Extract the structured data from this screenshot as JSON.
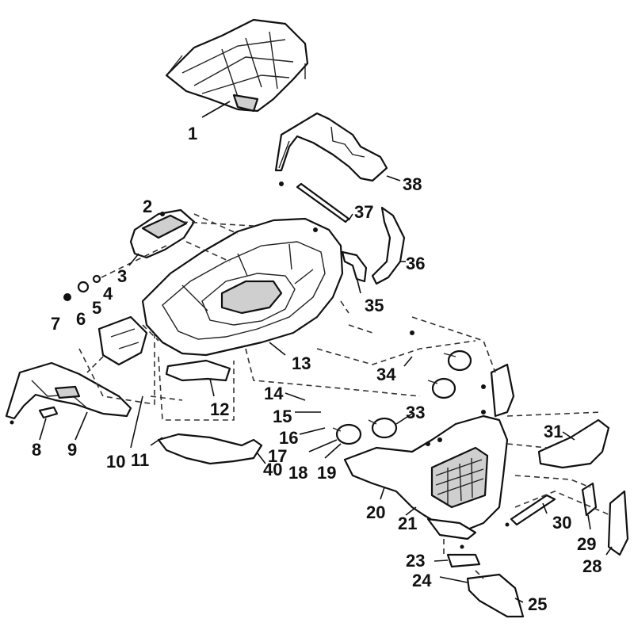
{
  "diagram": {
    "callouts": [
      {
        "id": "1",
        "text": "1"
      },
      {
        "id": "2",
        "text": "2"
      },
      {
        "id": "3",
        "text": "3"
      },
      {
        "id": "4",
        "text": "4"
      },
      {
        "id": "5",
        "text": "5"
      },
      {
        "id": "6",
        "text": "6"
      },
      {
        "id": "7",
        "text": "7"
      },
      {
        "id": "8",
        "text": "8"
      },
      {
        "id": "9",
        "text": "9"
      },
      {
        "id": "10",
        "text": "10"
      },
      {
        "id": "11",
        "text": "11"
      },
      {
        "id": "12",
        "text": "12"
      },
      {
        "id": "13",
        "text": "13"
      },
      {
        "id": "14",
        "text": "14"
      },
      {
        "id": "15",
        "text": "15"
      },
      {
        "id": "16",
        "text": "16"
      },
      {
        "id": "17",
        "text": "17"
      },
      {
        "id": "18",
        "text": "18"
      },
      {
        "id": "19",
        "text": "19"
      },
      {
        "id": "20",
        "text": "20"
      },
      {
        "id": "21",
        "text": "21"
      },
      {
        "id": "23",
        "text": "23"
      },
      {
        "id": "24",
        "text": "24"
      },
      {
        "id": "25",
        "text": "25"
      },
      {
        "id": "28",
        "text": "28"
      },
      {
        "id": "29",
        "text": "29"
      },
      {
        "id": "30",
        "text": "30"
      },
      {
        "id": "31",
        "text": "31"
      },
      {
        "id": "33",
        "text": "33"
      },
      {
        "id": "34",
        "text": "34"
      },
      {
        "id": "35",
        "text": "35"
      },
      {
        "id": "36",
        "text": "36"
      },
      {
        "id": "37",
        "text": "37"
      },
      {
        "id": "38",
        "text": "38"
      },
      {
        "id": "40",
        "text": "40"
      }
    ]
  }
}
